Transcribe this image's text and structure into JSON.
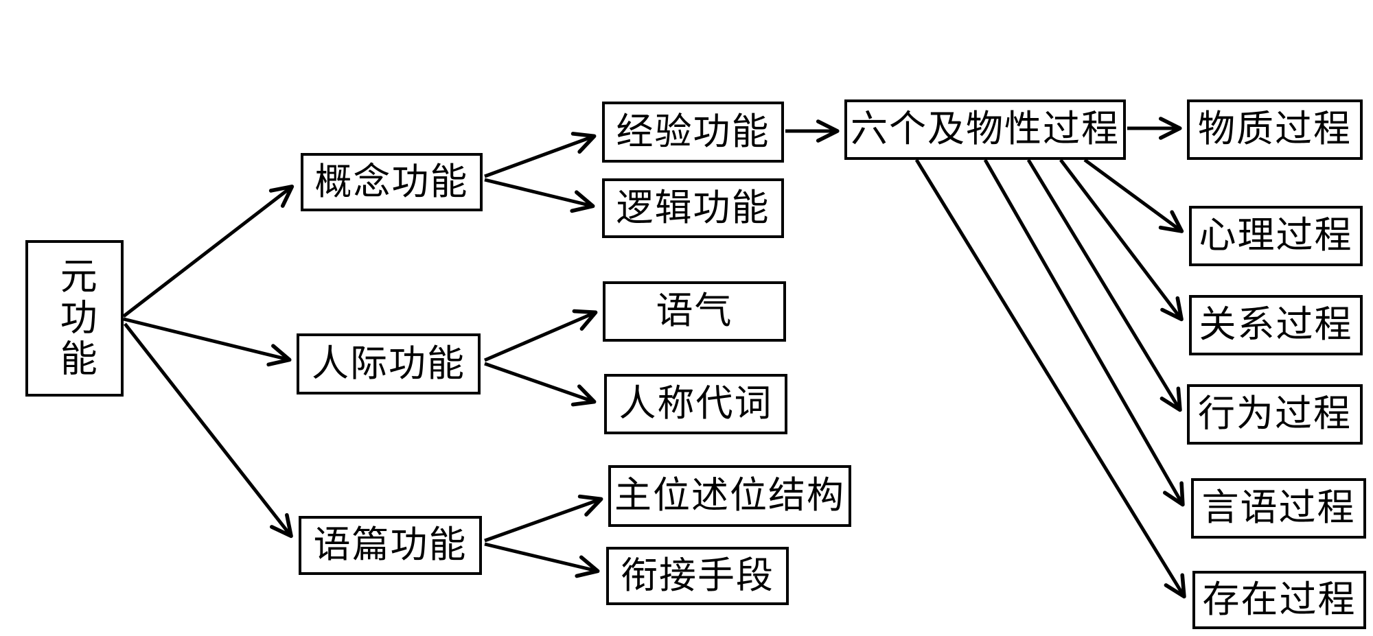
{
  "figure": {
    "background_color": "#ffffff",
    "stroke_color": "#000000",
    "nodes": {
      "metafunction": "元功能",
      "ideational": "概念功能",
      "experiential": "经验功能",
      "logical": "逻辑功能",
      "transitivity": "六个及物性过程",
      "material": "物质过程",
      "mental": "心理过程",
      "relational": "关系过程",
      "behavioral": "行为过程",
      "verbal": "言语过程",
      "existential": "存在过程",
      "interpersonal": "人际功能",
      "mood": "语气",
      "pronouns": "人称代词",
      "textual": "语篇功能",
      "theme_rheme": "主位述位结构",
      "cohesion": "衔接手段"
    },
    "edges": [
      {
        "from": "metafunction",
        "to": "ideational"
      },
      {
        "from": "metafunction",
        "to": "interpersonal"
      },
      {
        "from": "metafunction",
        "to": "textual"
      },
      {
        "from": "ideational",
        "to": "experiential"
      },
      {
        "from": "ideational",
        "to": "logical"
      },
      {
        "from": "experiential",
        "to": "transitivity"
      },
      {
        "from": "transitivity",
        "to": "material"
      },
      {
        "from": "transitivity",
        "to": "mental"
      },
      {
        "from": "transitivity",
        "to": "relational"
      },
      {
        "from": "transitivity",
        "to": "behavioral"
      },
      {
        "from": "transitivity",
        "to": "verbal"
      },
      {
        "from": "transitivity",
        "to": "existential"
      },
      {
        "from": "interpersonal",
        "to": "mood"
      },
      {
        "from": "interpersonal",
        "to": "pronouns"
      },
      {
        "from": "textual",
        "to": "theme_rheme"
      },
      {
        "from": "textual",
        "to": "cohesion"
      }
    ]
  }
}
